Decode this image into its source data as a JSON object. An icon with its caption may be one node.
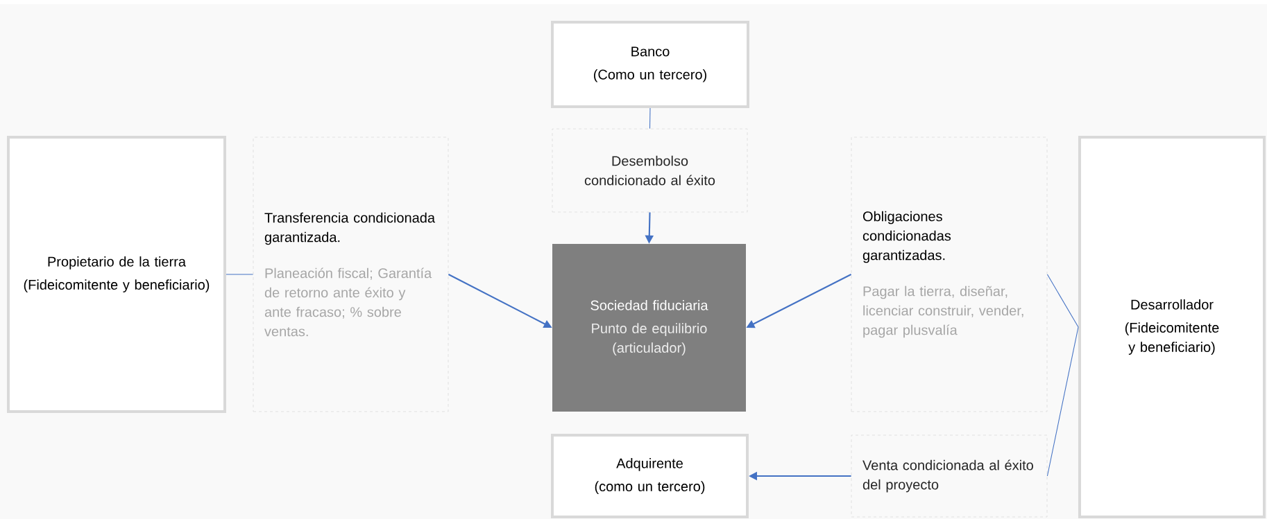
{
  "diagram": {
    "nodes": [
      {
        "text": [
          "Propietario de la tierra",
          "(Fideicomitente y beneficiario)"
        ]
      },
      {
        "text": [
          "Transferencia condicionada garantizada.",
          "Planeación fiscal; Garantía de retorno ante éxito y ante fracaso; % sobre ventas."
        ]
      },
      {
        "text": [
          "Banco",
          "(Como un tercero)"
        ]
      },
      {
        "text": [
          "Desembolso condicionado al éxito"
        ]
      },
      {
        "text": [
          "Sociedad fiduciaria",
          "Punto de equilibrio (articulador)"
        ]
      },
      {
        "text": [
          "Obligaciones condicionadas garantizadas.",
          "Pagar la tierra, diseñar, licenciar construir, vender, pagar plusvalía"
        ]
      },
      {
        "text": [
          "Desarrollador",
          "(Fideicomitente y beneficiario)"
        ]
      },
      {
        "text": [
          "Adquirente",
          "(como un tercero)"
        ]
      },
      {
        "text": [
          "Venta condicionada al éxito del proyecto"
        ]
      }
    ],
    "edges": [
      {
        "from": 0,
        "to": 1,
        "arrow": "none"
      },
      {
        "from": 1,
        "to": 4,
        "arrow": "to"
      },
      {
        "from": 2,
        "to": 3,
        "arrow": "none"
      },
      {
        "from": 3,
        "to": 4,
        "arrow": "to"
      },
      {
        "from": 5,
        "to": 4,
        "arrow": "to"
      },
      {
        "from": 8,
        "to": 7,
        "arrow": "to"
      },
      {
        "from": 6,
        "to": 5,
        "arrow": "none"
      },
      {
        "from": 6,
        "to": 8,
        "arrow": "none"
      }
    ]
  }
}
